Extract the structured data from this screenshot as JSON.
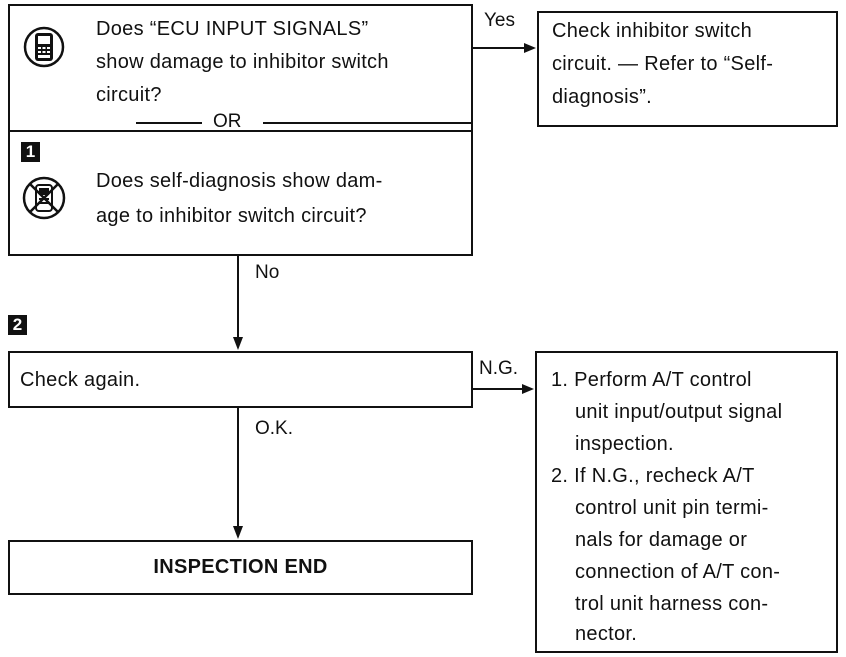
{
  "q_box": {
    "q1_lines": [
      "Does “ECU INPUT SIGNALS”",
      "show damage to inhibitor switch",
      "circuit?"
    ],
    "or_label": "OR",
    "step_num": "1",
    "q2_lines": [
      "Does self-diagnosis show dam-",
      "age to inhibitor switch circuit?"
    ]
  },
  "yes_box": {
    "lines": [
      "Check inhibitor switch",
      "circuit. — Refer to “Self-",
      "diagnosis”."
    ]
  },
  "edges": {
    "yes": "Yes",
    "no": "No",
    "ng": "N.G.",
    "ok": "O.K."
  },
  "check_box": {
    "step_num": "2",
    "label": "Check again."
  },
  "ng_box": {
    "item1_lines": [
      "1. Perform A/T control",
      "unit input/output signal",
      "inspection."
    ],
    "item2_lines": [
      "2. If N.G., recheck A/T",
      "control unit pin termi-",
      "nals for damage or",
      "connection of A/T con-",
      "trol unit harness con-",
      "nector."
    ]
  },
  "end_box": {
    "label": "INSPECTION END"
  },
  "icons": [
    "consult-tester-icon",
    "no-tester-icon"
  ]
}
